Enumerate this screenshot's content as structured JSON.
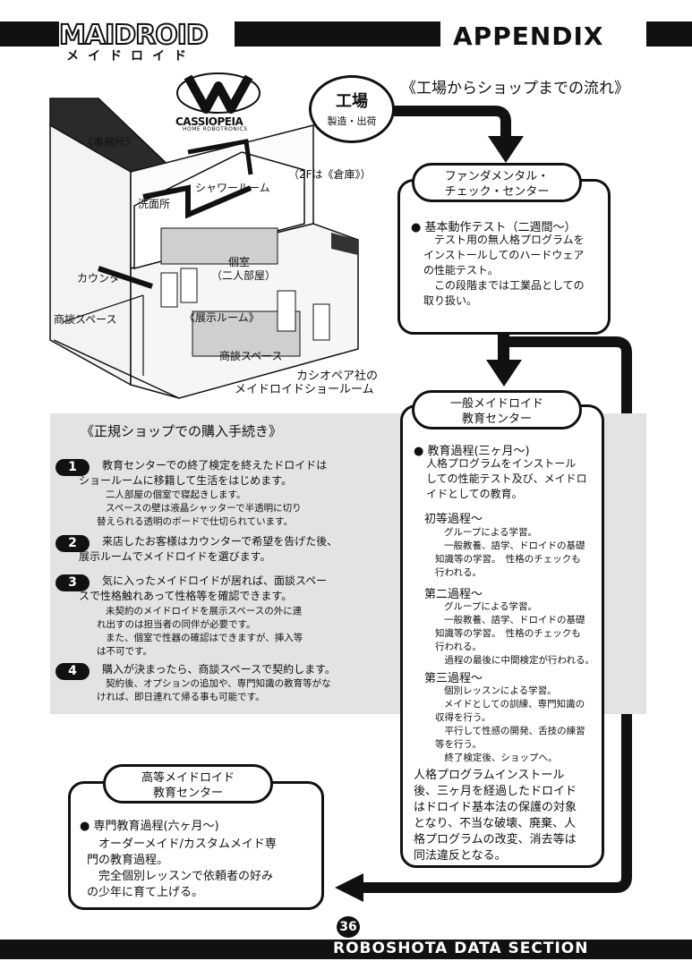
{
  "header": {
    "logo_main": "MAIDROID",
    "logo_sub": "メイドロイド",
    "appendix": "APPENDIX"
  },
  "footer": {
    "page_number": "36",
    "section": "ROBOSHOTA DATA SECTION"
  },
  "floor_plan": {
    "brand_name": "CASSIOPEIA",
    "brand_tagline": "HOME ROBOTRONICS",
    "labels": {
      "office": "《事務所》",
      "storage": "（2Fは《倉庫》）",
      "shower": "シャワールーム",
      "washroom": "洗面所",
      "private_room": "個室",
      "private_room_note": "（二人部屋）",
      "counter": "カウンター",
      "meeting_space_1": "商談スペース",
      "showroom": "《展示ルーム》",
      "meeting_space_2": "商談スペース"
    },
    "caption_line1": "カシオペア社の",
    "caption_line2": "メイドロイドショールーム"
  },
  "flow": {
    "title": "《工場からショップまでの流れ》",
    "factory_title": "工場",
    "factory_sub": "製造・出荷",
    "fundamental": {
      "pill_line1": "ファンダメンタル・",
      "pill_line2": "チェック・センター",
      "heading": "● 基本動作テスト（二週間〜）",
      "body": [
        "　テスト用の無人格プログラムを",
        "インストールしてのハードウェア",
        "の性能テスト。",
        "　この段階までは工業品としての",
        "取り扱い。"
      ]
    },
    "general": {
      "pill_line1": "一般メイドロイド",
      "pill_line2": "教育センター",
      "heading": "● 教育過程(三ヶ月〜)",
      "intro": [
        "人格プログラムをインストール",
        "しての性能テスト及び、メイドロ",
        "イドとしての教育。"
      ],
      "stage1_title": "初等過程〜",
      "stage1": [
        "グループによる学習。",
        "一般教養、語学、ドロイドの基礎",
        "知識等の学習。　性格のチェックも",
        "行われる。"
      ],
      "stage2_title": "第二過程〜",
      "stage2": [
        "グループによる学習。",
        "一般教養、語学、ドロイドの基礎",
        "知識等の学習。　性格のチェックも",
        "行われる。",
        "　過程の最後に中間検定が行われる。"
      ],
      "stage3_title": "第三過程〜",
      "stage3": [
        "個別レッスンによる学習。",
        "メイドとしての訓練、専門知識の",
        "収得を行う。",
        "　平行して性感の開発、舌技の練習",
        "等を行う。",
        "　終了検定後、ショップへ。"
      ],
      "law": [
        "人格プログラムインストール",
        "後、三ヶ月を経過したドロイド",
        "はドロイド基本法の保護の対象",
        "となり、不当な破壊、廃棄、人",
        "格プログラムの改変、消去等は",
        "同法違反となる。"
      ]
    },
    "advanced": {
      "pill_line1": "高等メイドロイド",
      "pill_line2": "教育センター",
      "heading": "● 専門教育過程(六ヶ月〜)",
      "body": [
        "　オーダーメイド/カスタムメイド専",
        "門の教育過程。",
        "　完全個別レッスンで依頼者の好み",
        "の少年に育て上げる。"
      ]
    }
  },
  "shop": {
    "title": "《正規ショップでの購入手続き》",
    "steps": [
      {
        "num": "1",
        "main": [
          "教育センターでの終了検定を終えたドロイドは",
          "ショールームに移籍して生活をはじめます。"
        ],
        "sub": [
          "二人部屋の個室で寝起きします。",
          "スペースの壁は液晶シャッターで半透明に切り",
          "替えられる透明のボードで仕切られています。"
        ]
      },
      {
        "num": "2",
        "main": [
          "来店したお客様はカウンターで希望を告げた後、",
          "展示ルームでメイドロイドを選びます。"
        ],
        "sub": []
      },
      {
        "num": "3",
        "main": [
          "気に入ったメイドロイドが居れば、面談スペー",
          "スで性格触れあって性格等を確認できます。"
        ],
        "sub": [
          "未契約のメイドロイドを展示スペースの外に連",
          "れ出すのは担当者の同伴が必要です。",
          "また、個室で性器の確認はできますが、挿入等",
          "は不可です。"
        ]
      },
      {
        "num": "4",
        "main": [
          "購入が決まったら、商談スペースで契約します。"
        ],
        "sub": [
          "契約後、オプションの追加や、専門知識の教育等がな",
          "ければ、即日連れて帰る事も可能です。"
        ]
      }
    ]
  }
}
